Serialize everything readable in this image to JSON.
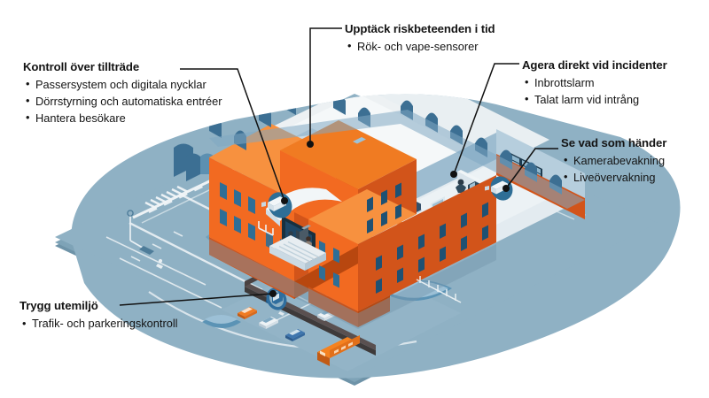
{
  "graphic": {
    "type": "isometric-infographic",
    "subject": "skolsakerhet-byggnad",
    "colors": {
      "ground": "#8FB1C4",
      "ground_light": "#A9C4D3",
      "ground_edge": "#6E93A8",
      "building_orange": "#F26A21",
      "building_orange_dark": "#D2541A",
      "building_orange_light": "#F7913F",
      "roof_white": "#EDF1F3",
      "window_blue": "#2E6E96",
      "window_blue_dark": "#1E5173",
      "tree_blue": "#3C6F93",
      "tree_blue_light": "#7FA8C2",
      "line_black": "#111111",
      "text_black": "#141414"
    }
  },
  "callouts": [
    {
      "id": "access",
      "title": "Kontroll över tillträde",
      "items": [
        "Passersystem och digitala nycklar",
        "Dörrstyrning och automatiska entréer",
        "Hantera besökare"
      ]
    },
    {
      "id": "detect",
      "title": "Upptäck riskbeteenden i tid",
      "items": [
        "Rök- och vape-sensorer"
      ]
    },
    {
      "id": "act",
      "title": "Agera direkt vid incidenter",
      "items": [
        "Inbrottslarm",
        "Talat larm vid intrång"
      ]
    },
    {
      "id": "see",
      "title": "Se vad som händer",
      "items": [
        "Kamerabevakning",
        "Liveövervakning"
      ]
    },
    {
      "id": "outdoor",
      "title": "Trygg utemiljö",
      "items": [
        "Trafik- och parkeringskontroll"
      ]
    }
  ],
  "scene_elements": {
    "building": "skolbyggnad-genomskarning",
    "entrance": "huvudentre-med-trappa-och-passergrindar",
    "control_room": "sakerhetscentral-med-videovagg",
    "office": "kontorsrum-med-skrivbord",
    "cameras": [
      "kamera-entre",
      "kamera-fasad-hoger"
    ],
    "parking_kiosk": "parkeringsautomat",
    "vehicles": [
      "bil-bla",
      "bil-orange",
      "bil-vit",
      "bil-vit",
      "bil-bla",
      "buss-orange"
    ],
    "streetlight": "gatubelysning",
    "crosswalk": "overgangsstalle",
    "trees": "buskar-rad"
  }
}
